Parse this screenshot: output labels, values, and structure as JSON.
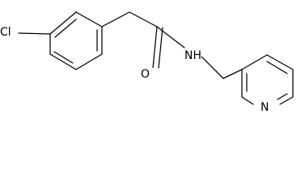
{
  "molecule": {
    "atoms": {
      "chlorine": "Cl",
      "oxygen": "O",
      "amide_nitrogen": "NH",
      "pyridine_nitrogen": "N"
    },
    "style": {
      "bond_color": "#000000",
      "label_color": "#000000",
      "background": "#ffffff"
    }
  }
}
